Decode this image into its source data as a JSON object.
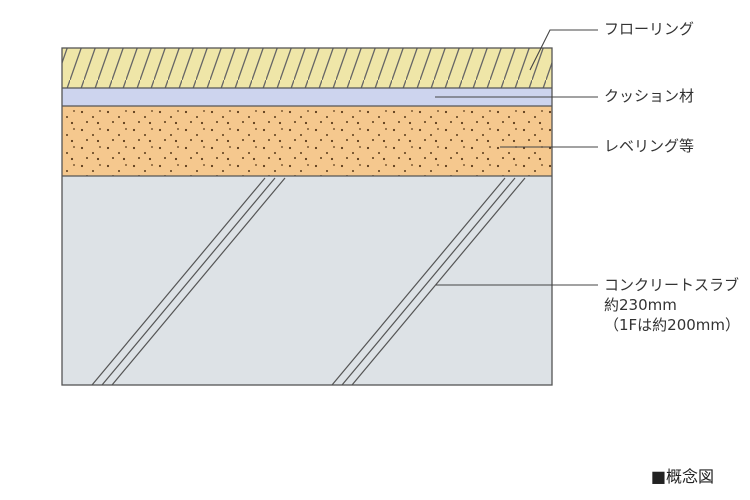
{
  "labels": {
    "flooring": "フローリング",
    "cushion": "クッション材",
    "leveling": "レベリング等",
    "slab_line1": "コンクリートスラブ",
    "slab_line2": "約230mm",
    "slab_line3": "（1Fは約200mm）"
  },
  "caption": "■概念図",
  "colors": {
    "flooring": "#efe6a8",
    "cushion": "#cdd4ee",
    "leveling": "#f5c88e",
    "slab": "#dde2e6",
    "outline": "#555555"
  }
}
